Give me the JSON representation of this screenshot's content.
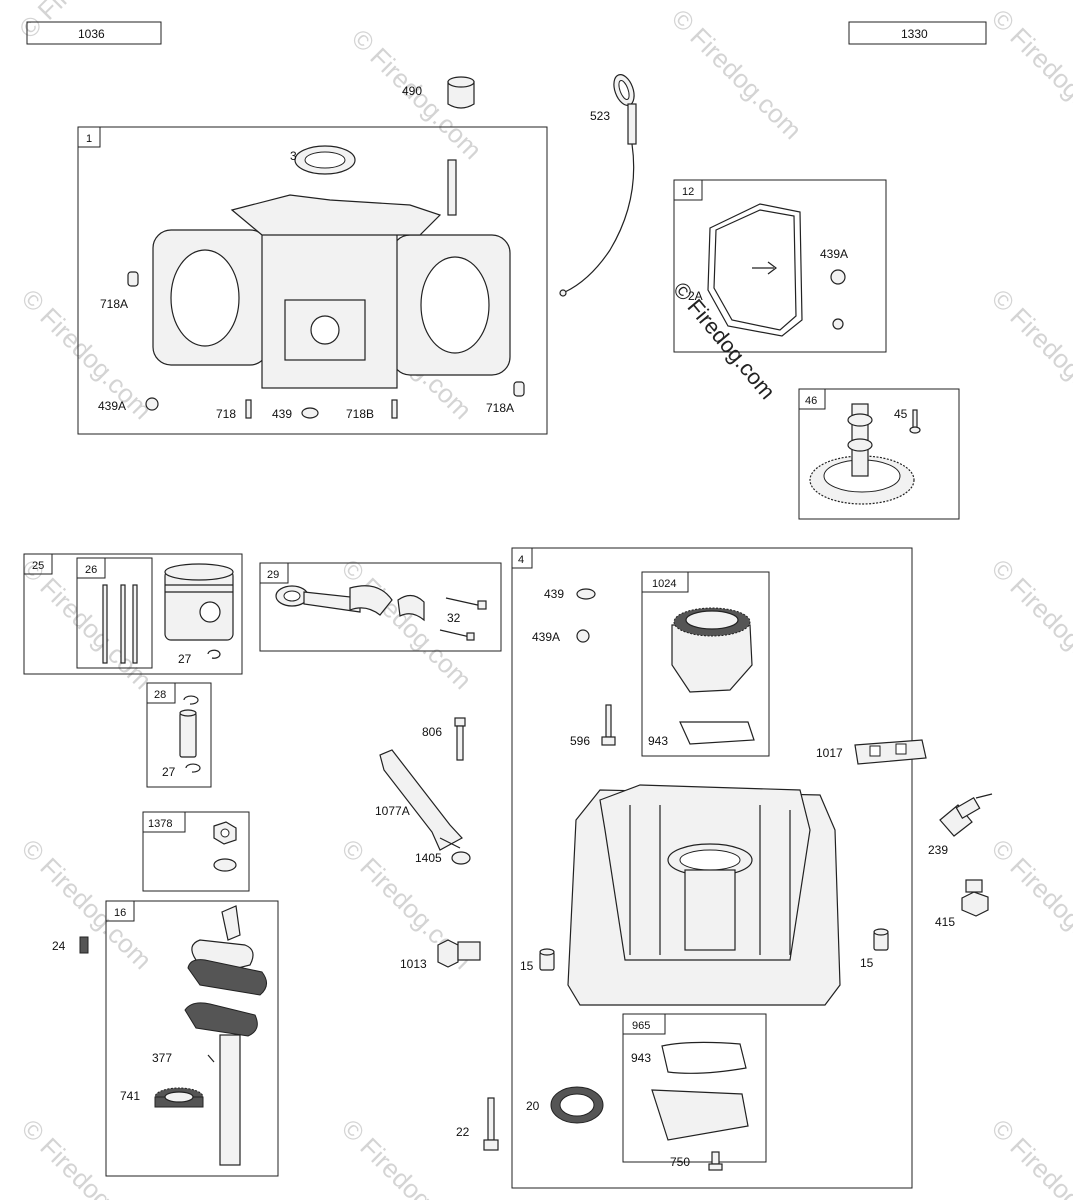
{
  "watermark": {
    "text": "© Firedog.com"
  },
  "top_codes": {
    "left": "1036",
    "right": "1330"
  },
  "boxes": {
    "b1": "1",
    "b12": "12",
    "b46": "46",
    "b25": "25",
    "b26": "26",
    "b29": "29",
    "b4": "4",
    "b1024": "1024",
    "b28": "28",
    "b1378": "1378",
    "b16": "16",
    "b965": "965"
  },
  "labels": {
    "l490": "490",
    "l523": "523",
    "l3": "3",
    "l718a_l": "718A",
    "l439a_l": "439A",
    "l718": "718",
    "l439": "439",
    "l718b": "718B",
    "l718a_r": "718A",
    "l439a_12": "439A",
    "l2a": "2A",
    "l45": "45",
    "l27a": "27",
    "l32": "32",
    "l439_4": "439",
    "l439a_4": "439A",
    "l27b": "27",
    "l806": "806",
    "l596": "596",
    "l943a": "943",
    "l1017": "1017",
    "l1077a": "1077A",
    "l239": "239",
    "l1405": "1405",
    "l415": "415",
    "l24": "24",
    "l1013": "1013",
    "l15a": "15",
    "l15b": "15",
    "l377": "377",
    "l741": "741",
    "l943b": "943",
    "l20": "20",
    "l22": "22",
    "l750": "750"
  }
}
